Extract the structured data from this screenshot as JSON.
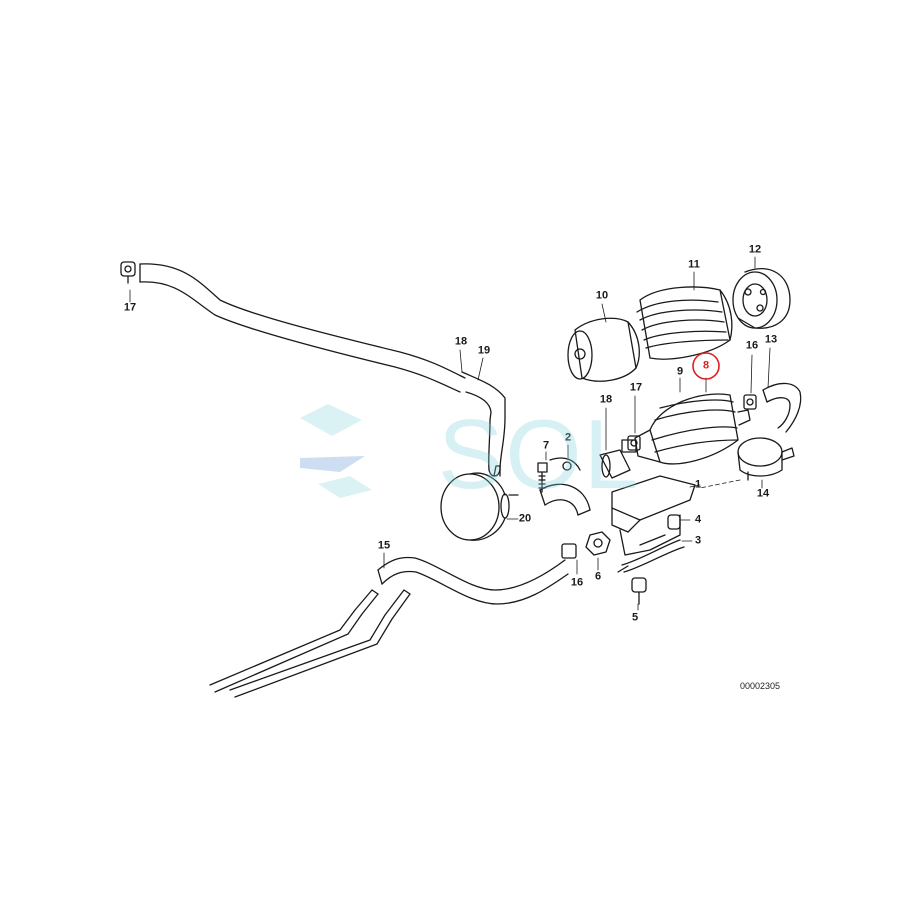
{
  "diagram": {
    "labels": [
      "1",
      "2",
      "3",
      "4",
      "5",
      "6",
      "7",
      "8",
      "9",
      "10",
      "11",
      "12",
      "13",
      "14",
      "15",
      "16",
      "16",
      "17",
      "17",
      "18",
      "18",
      "19",
      "20"
    ],
    "highlighted": "8",
    "highlight_color": "#e02020",
    "drawing_code": "00002305"
  },
  "watermark": {
    "text": "SOL",
    "color": "#7fd0d8"
  }
}
